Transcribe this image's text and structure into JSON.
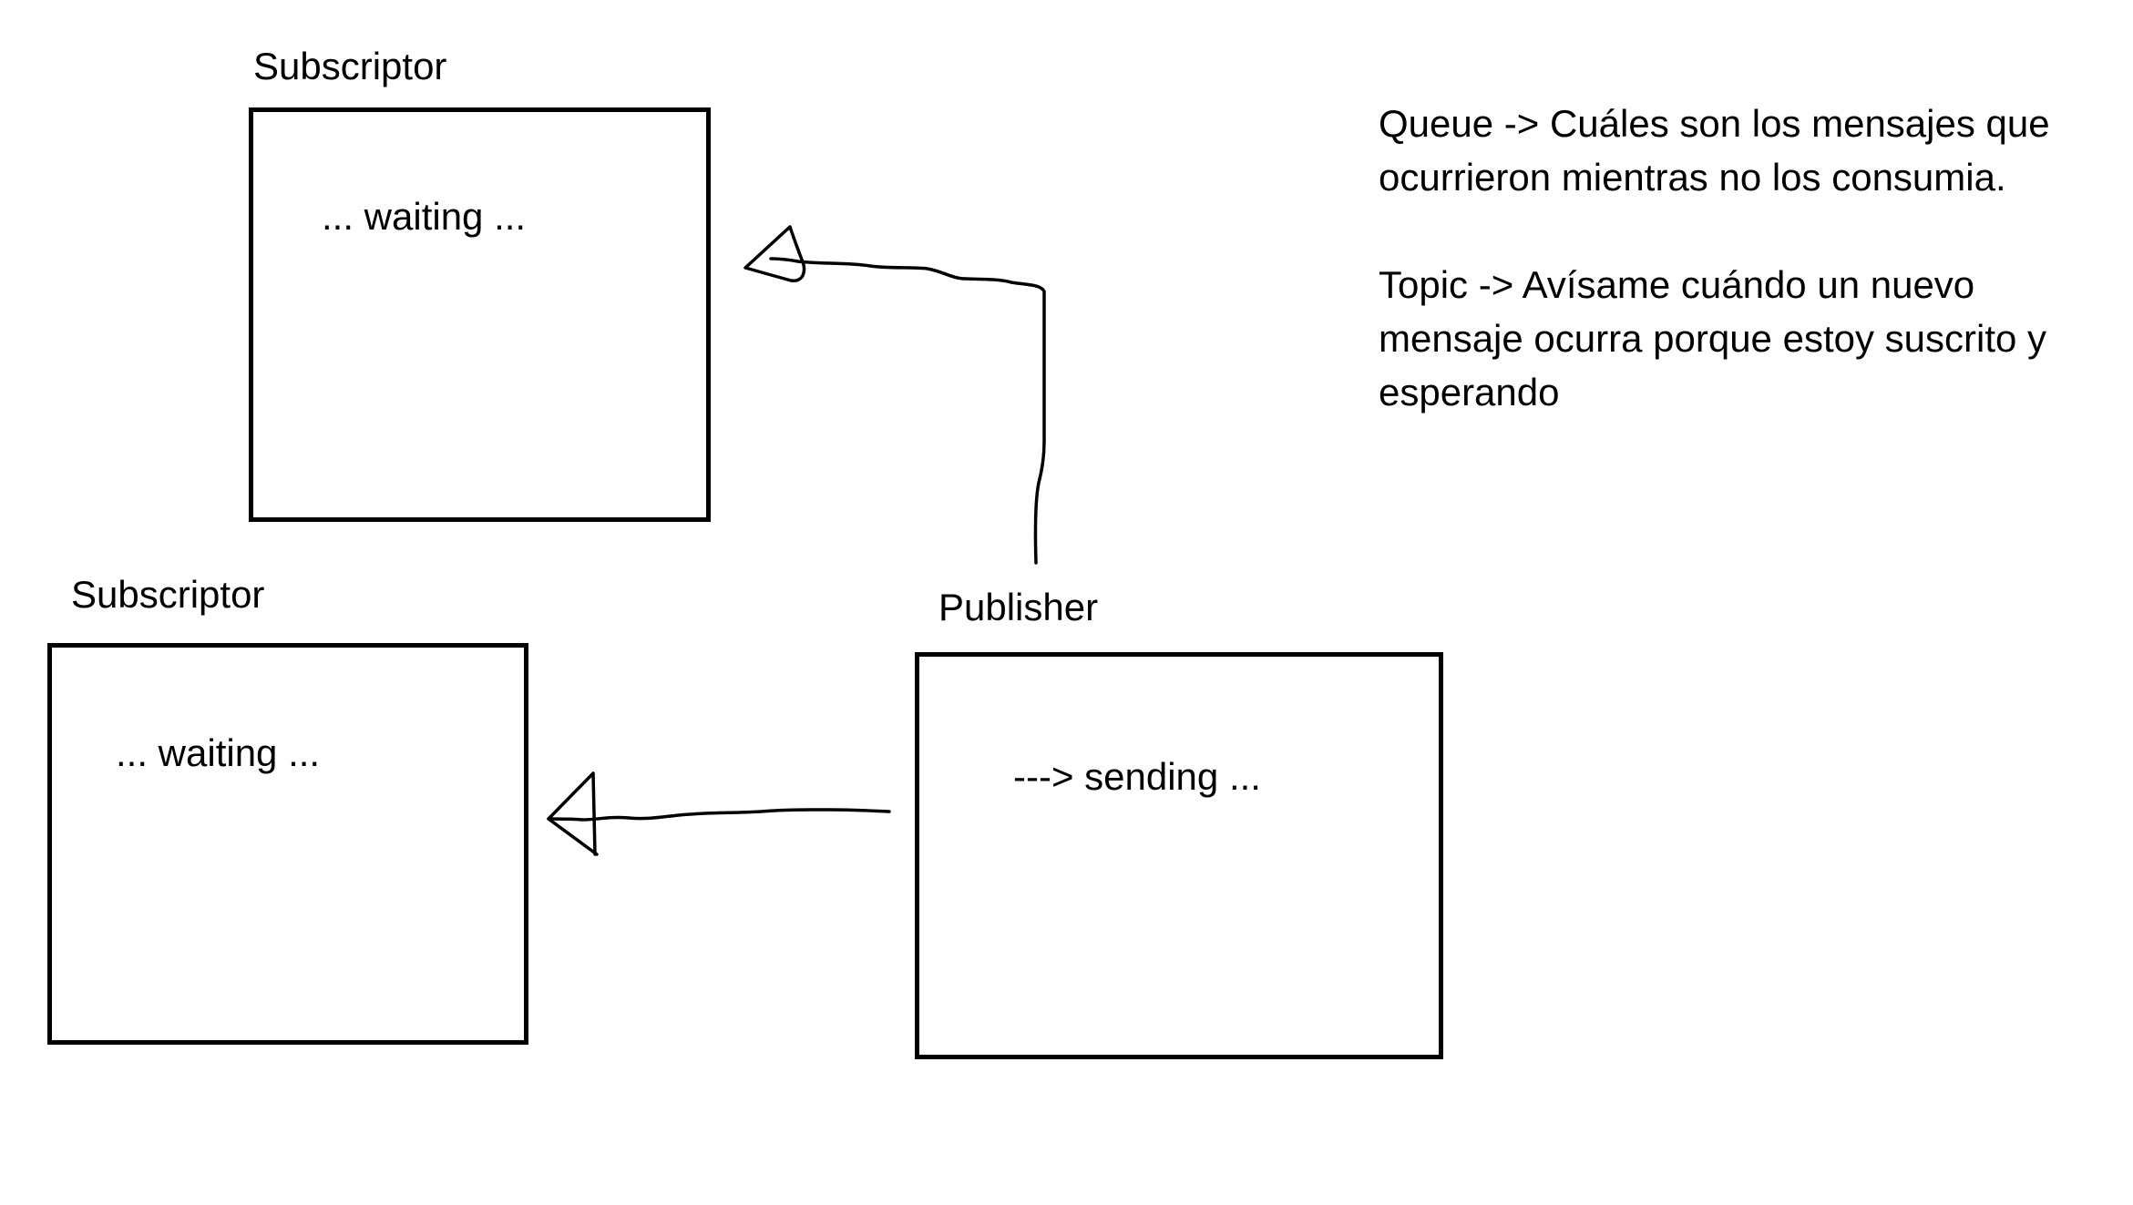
{
  "diagram": {
    "subscriber_top": {
      "title": "Subscriptor",
      "status": "... waiting ..."
    },
    "subscriber_bottom": {
      "title": "Subscriptor",
      "status": "... waiting ..."
    },
    "publisher": {
      "title": "Publisher",
      "status": "---> sending ..."
    }
  },
  "notes": {
    "queue": "Queue -> Cuáles son los mensajes que\nocurrieron mientras no los consumia.",
    "topic": "Topic -> Avísame cuándo un nuevo\nmensaje ocurra porque estoy suscrito y\nesperando"
  }
}
